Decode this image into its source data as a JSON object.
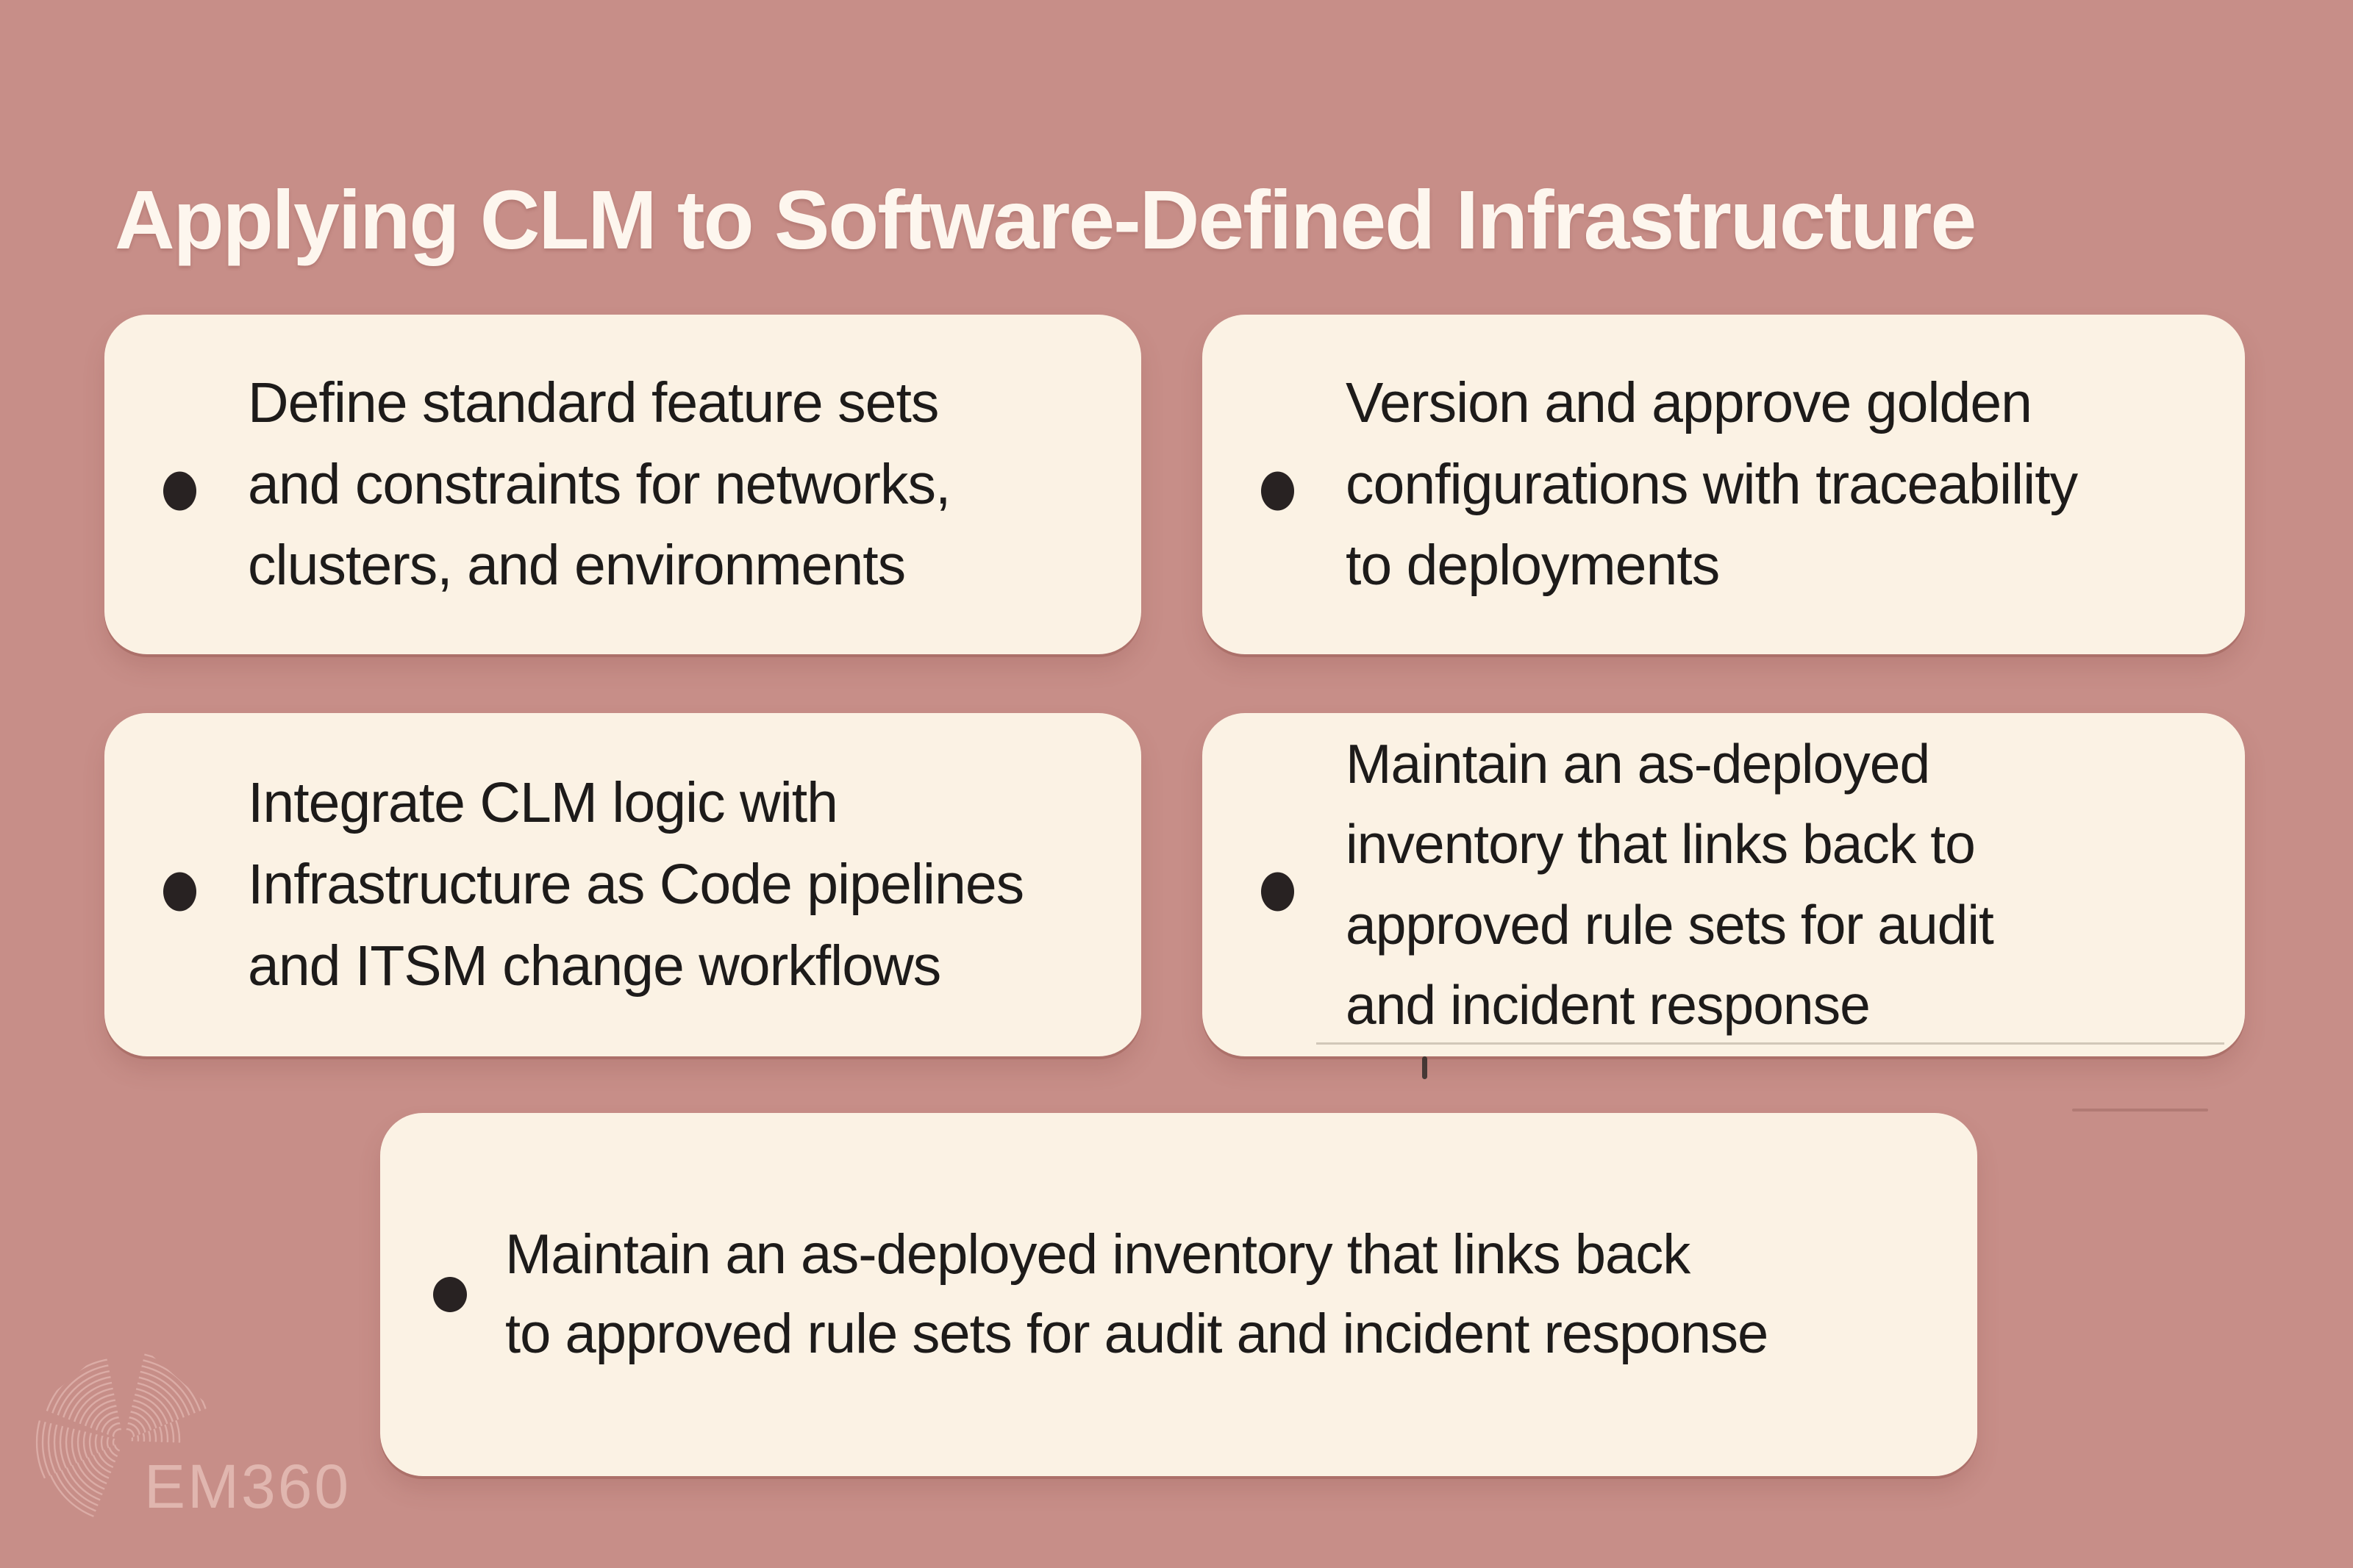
{
  "title": "Applying CLM to Software-Defined Infrastructure",
  "cards": [
    {
      "text": "Define standard feature sets\nand constraints for networks,\nclusters, and environments"
    },
    {
      "text": "Version and approve golden\nconfigurations with traceability\nto deployments"
    },
    {
      "text": "Integrate CLM logic with\nInfrastructure as Code pipelines\nand ITSM change workflows"
    },
    {
      "text": "Maintain an as-deployed\ninventory that links back to\napproved rule sets for audit\nand incident response"
    },
    {
      "text": "Maintain an as-deployed inventory that links back\nto approved rule sets for audit and incident response"
    }
  ],
  "watermark": {
    "brand": "EM360"
  },
  "colors": {
    "background": "#c78e88",
    "card": "#fbf2e4",
    "card_text": "#1d1b1a",
    "title_text": "#fdf6ee",
    "bullet": "#282222",
    "watermark": "#e7c0b9"
  }
}
